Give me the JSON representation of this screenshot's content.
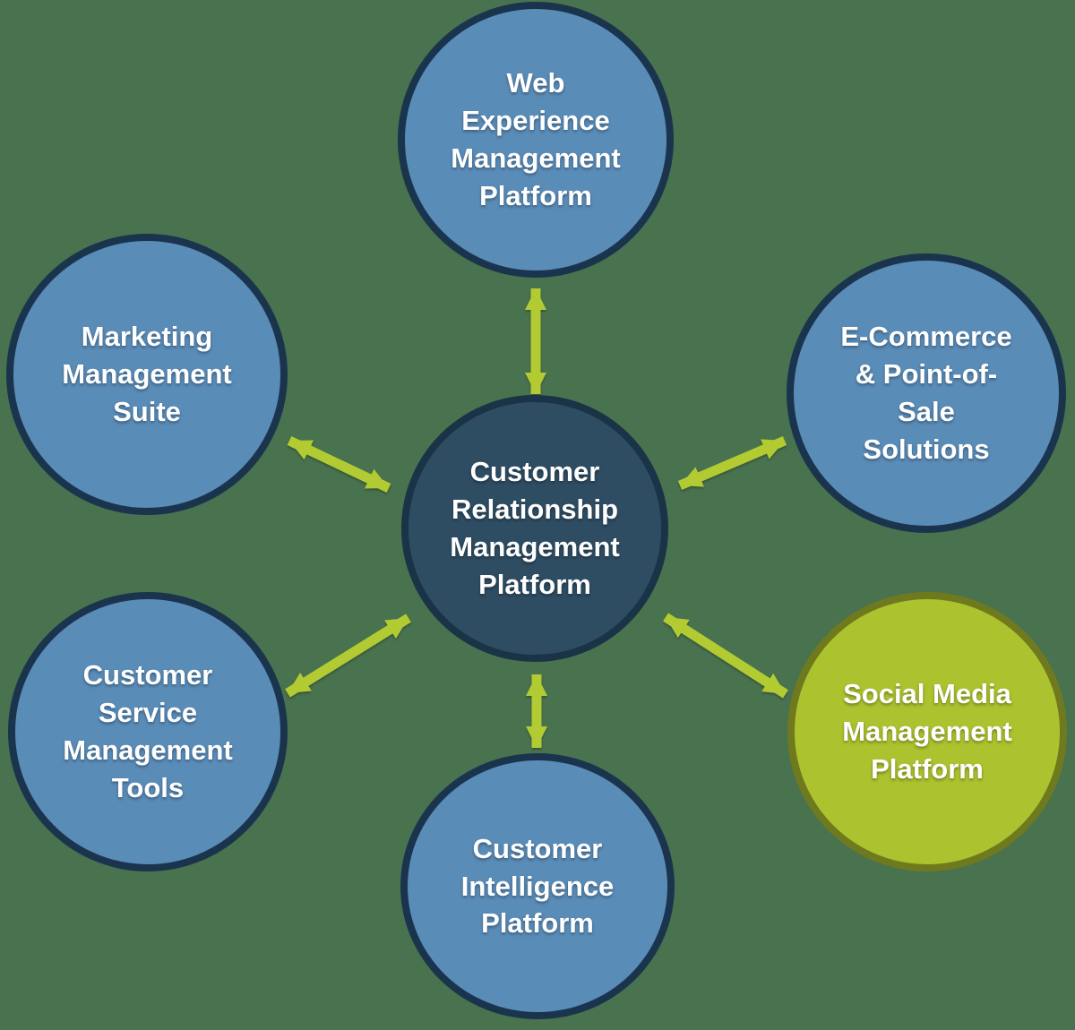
{
  "diagram": {
    "background_color": "#49724F",
    "palette": {
      "satellite_fill": "#5A8CB8",
      "satellite_border": "#1B344D",
      "hub_fill": "#2E4D63",
      "hub_border": "#1B3347",
      "highlight_fill": "#ADC22F",
      "highlight_border": "#6F7A1E",
      "arrow_color": "#B2CB32",
      "text_color": "#FFFFFF"
    },
    "nodes": {
      "crm": {
        "label": "Customer\nRelationship\nManagement\nPlatform",
        "role": "hub",
        "fill": "#2E4D63"
      },
      "web": {
        "label": "Web\nExperience\nManagement\nPlatform",
        "role": "satellite",
        "fill": "#5A8CB8"
      },
      "marketing": {
        "label": "Marketing\nManagement\nSuite",
        "role": "satellite",
        "fill": "#5A8CB8"
      },
      "ecommerce": {
        "label": "E-Commerce\n& Point-of-\nSale\nSolutions",
        "role": "satellite",
        "fill": "#5A8CB8"
      },
      "service": {
        "label": "Customer\nService\nManagement\nTools",
        "role": "satellite",
        "fill": "#5A8CB8"
      },
      "social": {
        "label": "Social Media\nManagement\nPlatform",
        "role": "satellite-highlighted",
        "fill": "#ADC22F"
      },
      "intelligence": {
        "label": "Customer\nIntelligence\nPlatform",
        "role": "satellite",
        "fill": "#5A8CB8"
      }
    },
    "connections": [
      {
        "from": "crm",
        "to": "web",
        "bidirectional": true
      },
      {
        "from": "crm",
        "to": "marketing",
        "bidirectional": true
      },
      {
        "from": "crm",
        "to": "ecommerce",
        "bidirectional": true
      },
      {
        "from": "crm",
        "to": "service",
        "bidirectional": true
      },
      {
        "from": "crm",
        "to": "social",
        "bidirectional": true
      },
      {
        "from": "crm",
        "to": "intelligence",
        "bidirectional": true
      }
    ]
  }
}
